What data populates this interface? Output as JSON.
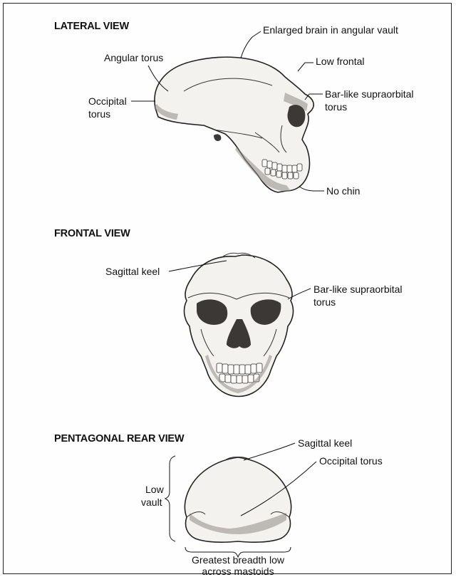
{
  "lateral": {
    "heading": "LATERAL VIEW",
    "labels": {
      "enlarged_brain": "Enlarged brain in angular vault",
      "angular_torus": "Angular torus",
      "low_frontal": "Low frontal",
      "occipital_line1": "Occipital",
      "occipital_line2": "torus",
      "supraorbital_line1": "Bar-like supraorbital",
      "supraorbital_line2": "torus",
      "no_chin": "No chin"
    }
  },
  "frontal": {
    "heading": "FRONTAL VIEW",
    "labels": {
      "sagittal_keel": "Sagittal keel",
      "supraorbital_line1": "Bar-like supraorbital",
      "supraorbital_line2": "torus"
    }
  },
  "rear": {
    "heading": "PENTAGONAL REAR VIEW",
    "labels": {
      "sagittal_keel": "Sagittal keel",
      "low_vault_line1": "Low",
      "low_vault_line2": "vault",
      "occipital_torus": "Occipital torus",
      "breadth_line1": "Greatest breadth low",
      "breadth_line2": "across mastoids"
    }
  },
  "colors": {
    "ink": "#111111",
    "bone": "#f4f2ee",
    "shadow": "#3b3835"
  }
}
